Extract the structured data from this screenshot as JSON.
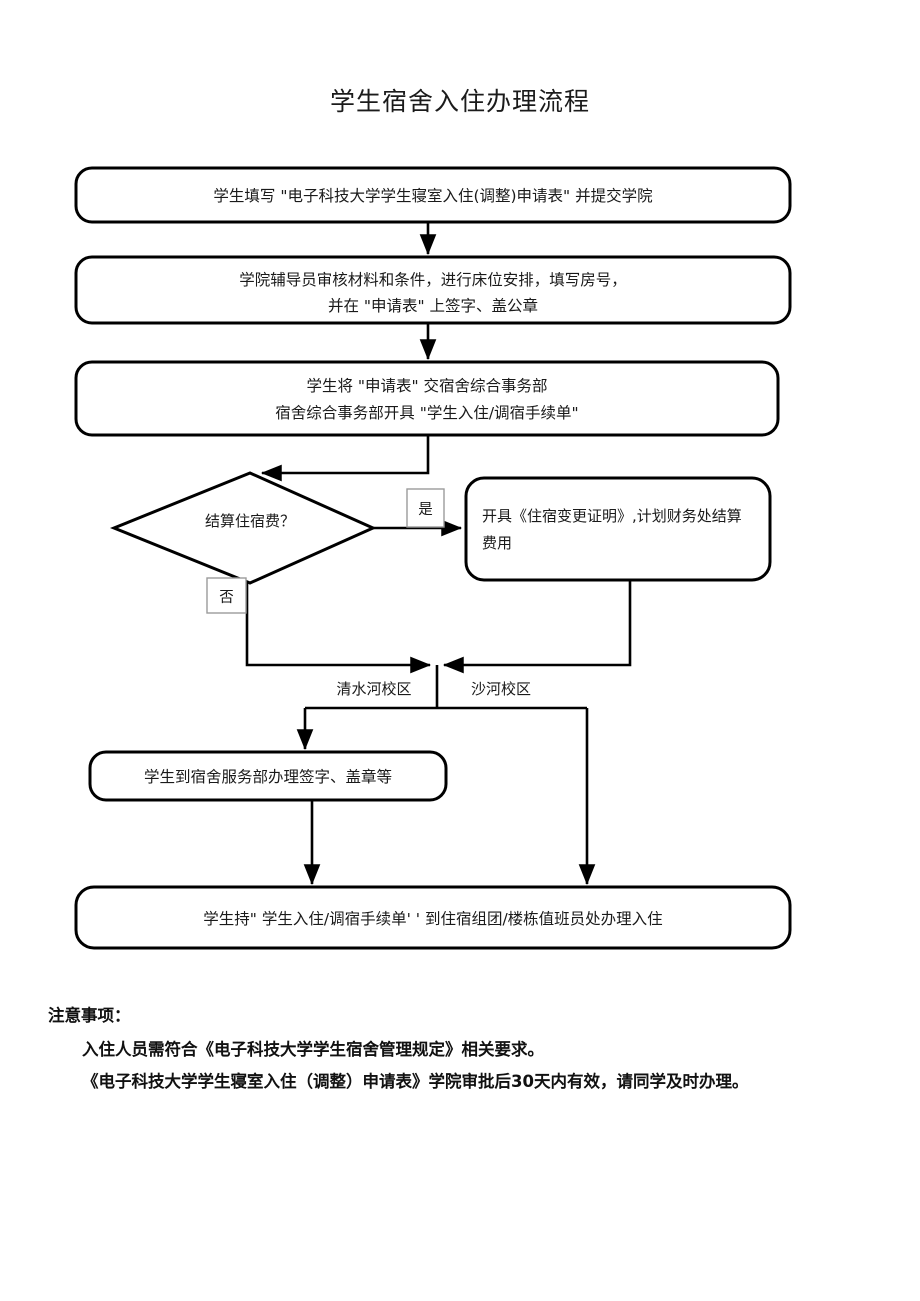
{
  "document": {
    "title": "学生宿舍入住办理流程"
  },
  "flowchart": {
    "nodes": [
      {
        "id": "step1",
        "type": "process",
        "lines": [
          "学生填写 \"电子科技大学学生寝室入住(调整)申请表\" 并提交学院"
        ]
      },
      {
        "id": "step2",
        "type": "process",
        "lines": [
          "学院辅导员审核材料和条件，进行床位安排，填写房号，",
          "并在 \"申请表\" 上签字、盖公章"
        ]
      },
      {
        "id": "step3",
        "type": "process",
        "lines": [
          "学生将 \"申请表\" 交宿舍综合事务部",
          "宿舍综合事务部开具 \"学生入住/调宿手续单\""
        ]
      },
      {
        "id": "decision",
        "type": "decision",
        "lines": [
          "结算住宿费？"
        ]
      },
      {
        "id": "step4",
        "type": "process",
        "lines": [
          "开具《住宿变更证明》,计划财务处结算",
          "费用"
        ]
      },
      {
        "id": "step5",
        "type": "process",
        "lines": [
          "学生到宿舍服务部办理签字、盖章等"
        ]
      },
      {
        "id": "step6",
        "type": "process",
        "lines": [
          "学生持\" 学生入住/调宿手续单' '  到住宿组团/楼栋值班员处办理入住"
        ]
      }
    ],
    "edge_labels": {
      "yes": "是",
      "no": "否",
      "campus_left": "清水河校区",
      "campus_right": "沙河校区"
    }
  },
  "notes": {
    "heading": "注意事项：",
    "items": [
      "入住人员需符合《电子科技大学学生宿舍管理规定》相关要求。",
      "《电子科技大学学生寝室入住（调整）申请表》学院审批后30天内有效，请同学及时办理。"
    ]
  },
  "colors": {
    "stroke": "#000000",
    "label_border": "#9b9b9b",
    "text": "#1a1a1a",
    "background": "#ffffff"
  }
}
